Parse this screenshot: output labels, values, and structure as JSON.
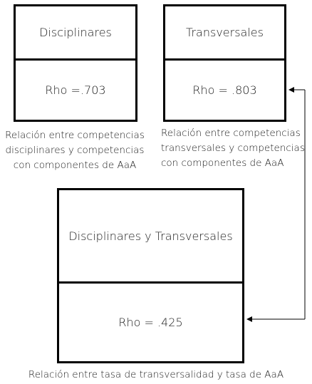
{
  "boxes": [
    {
      "header": "Disciplinares",
      "value": "Rho =.703"
    },
    {
      "header": "Transversales",
      "value": "Rho = .803"
    },
    {
      "header": "Disciplinares y Transversales",
      "value": "Rho = .425"
    }
  ],
  "captions": {
    "cap1": [
      "Relación entre competencias",
      "disciplinares y competencias",
      "con componentes de AaA"
    ],
    "cap2": [
      "Relación entre competencias",
      "transversales y competencias",
      "con componentes de AaA"
    ],
    "cap3": "Relación entre tasa de transversalidad y tasa de AaA"
  },
  "colors": {
    "border": "#000000",
    "text": "#1a1a1a",
    "background": "#ffffff"
  }
}
